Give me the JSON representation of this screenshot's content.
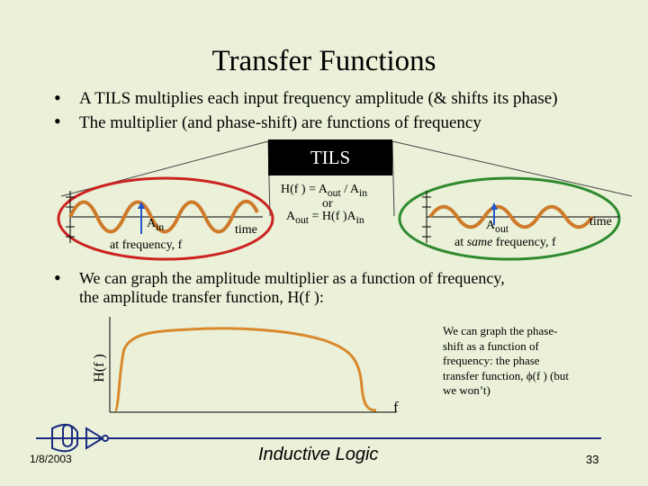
{
  "slide": {
    "title": "Transfer Functions",
    "bullets": [
      "A TILS multiplies each input frequency amplitude (& shifts its phase)",
      "The multiplier (and phase-shift) are functions of frequency",
      "We can graph the amplitude multiplier as a function of frequency,",
      "the amplitude transfer function, H(f ):"
    ],
    "bullet_symbol": "•"
  },
  "diagram": {
    "box_label": "TILS",
    "formula_main": "H(f ) = A",
    "formula_out_sub": "out",
    "formula_div": " / A",
    "formula_in_sub": "in",
    "or_label": "or",
    "formula2_lhs": "A",
    "formula2_rhs": " = H(f )A",
    "input_amp": "A",
    "input_amp_sub": "in",
    "input_time": "time",
    "input_freq": "at frequency, f",
    "output_amp": "A",
    "output_amp_sub": "out",
    "output_time": "time",
    "output_freq_prefix": "at ",
    "output_freq_emph": "same",
    "output_freq_suffix": " frequency, f"
  },
  "graph": {
    "ylabel": "H(f )",
    "xlabel": "f",
    "curve_color": "#d9892b"
  },
  "phase_note": "We can graph the phase-shift as a function of frequency: the phase transfer function, ϕ(f ) (but we won’t)",
  "footer": {
    "date": "1/8/2003",
    "brand": "Inductive Logic",
    "page": "33"
  },
  "colors": {
    "background": "#eaf1d8",
    "input_ellipse": "#cc2222",
    "output_ellipse": "#2f8a2f",
    "wave": "#cf7a2a",
    "arrow": "#2255cc"
  }
}
